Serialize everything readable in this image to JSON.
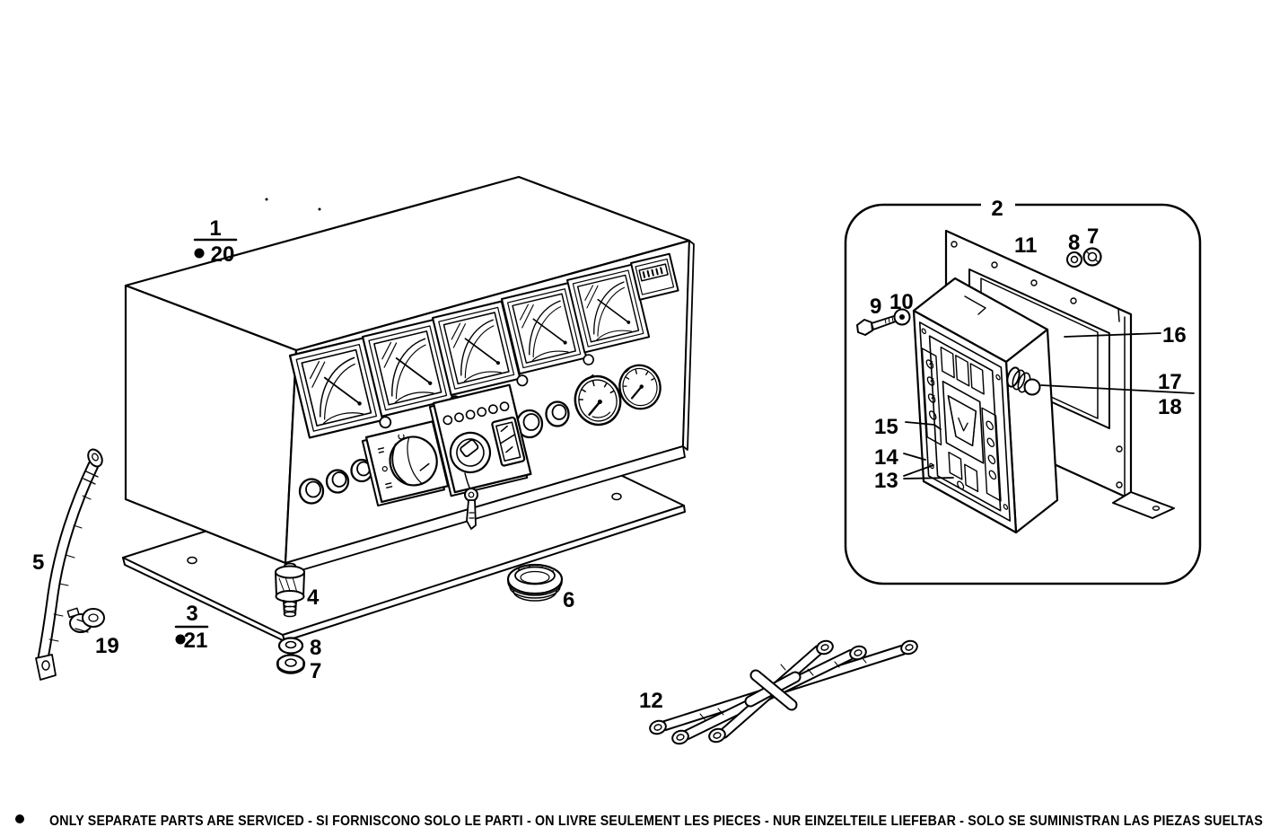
{
  "diagram": {
    "colors": {
      "ink": "#000000",
      "paper": "#ffffff"
    },
    "callouts": {
      "c1": "1",
      "c2": "2",
      "c3": "3",
      "c4": "4",
      "c5": "5",
      "c6": "6",
      "c7": "7",
      "c8": "8",
      "c9": "9",
      "c10": "10",
      "c11": "11",
      "c12": "12",
      "c13": "13",
      "c14": "14",
      "c15": "15",
      "c16": "16",
      "c17": "17",
      "c18": "18",
      "c19": "19",
      "c20": "20",
      "c21": "21"
    },
    "footer": {
      "note": "ONLY SEPARATE PARTS ARE SERVICED - SI FORNISCONO SOLO LE PARTI - ON LIVRE SEULEMENT LES PIECES - NUR EINZELTEILE LIEFEBAR - SOLO SE SUMINISTRAN LAS PIEZAS SUELTAS"
    }
  }
}
